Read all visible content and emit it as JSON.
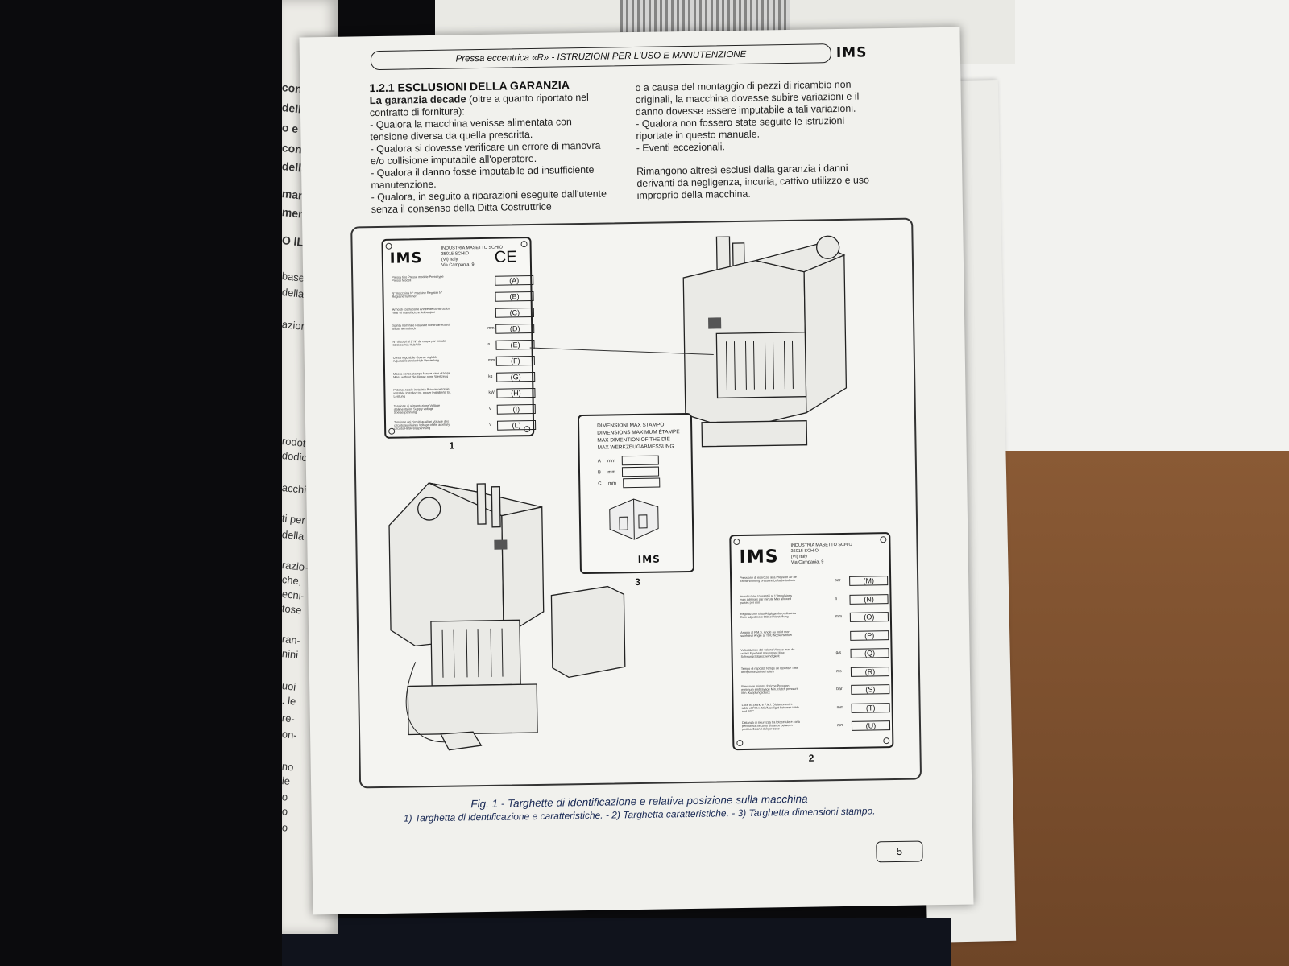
{
  "header": {
    "title": "Pressa eccentrica «R» - ISTRUZIONI PER L'USO E MANUTENZIONE",
    "logo": "IMS"
  },
  "section": {
    "number_title": "1.2.1   ESCLUSIONI DELLA GARANZIA",
    "lead_bold": "La garanzia decade",
    "lead_rest": " (oltre a quanto riportato nel contratto di fornitura):",
    "col1_items": [
      "- Qualora la macchina venisse alimentata con tensione diversa da quella prescritta.",
      "- Qualora si dovesse verificare un errore di manovra e/o collisione imputabile all'operatore.",
      "- Qualora il danno fosse imputabile ad insufficiente manutenzione.",
      "- Qualora, in seguito a riparazioni eseguite dall'utente senza il consenso della Ditta Costruttrice"
    ],
    "col2_items": [
      "o a causa del montaggio di pezzi di ricambio non originali, la macchina dovesse subire variazioni e il danno dovesse essere imputabile a tali variazioni.",
      "- Qualora non fossero state seguite le istruzioni riportate in questo manuale.",
      "- Eventi eccezionali."
    ],
    "col2_closing": "Rimangono altresì esclusi dalla garanzia i danni derivanti da negligenza, incuria, cattivo utilizzo e uso improprio della macchina."
  },
  "plate1": {
    "logo": "IMS",
    "company": [
      "INDUSTRIA MASETTO SCHIO",
      "35015 SCHIO",
      "(VI) Italy",
      "Via Campania, 9"
    ],
    "ce": "CE",
    "number": "1",
    "rows": [
      {
        "code": "(A)",
        "unit": "",
        "label": "Pressa tipo Presse modèle Press type Presse Modell"
      },
      {
        "code": "(B)",
        "unit": "",
        "label": "N° macchina N° machine Register N° Registriernummer"
      },
      {
        "code": "(C)",
        "unit": "",
        "label": "Anno di costruzione Année de construction Year of manufacture Aufbaujahr"
      },
      {
        "code": "(D)",
        "unit": "mm",
        "label": "Spinta nominale Poussée nominale Rated thrust Nenndruck"
      },
      {
        "code": "(E)",
        "unit": "n",
        "label": "N° di colpi al 1' N° de coups par minute Strokes/min Hub/Min"
      },
      {
        "code": "(F)",
        "unit": "mm",
        "label": "Corsa regolabile Course réglable Adjustable stroke Hub-Verstellung"
      },
      {
        "code": "(G)",
        "unit": "kg",
        "label": "Massa senza stampo Masse sans étampe Mass without die Masse ohne Werkzeug"
      },
      {
        "code": "(H)",
        "unit": "kW",
        "label": "Potenza totale installata Puissance totale installée Installed tot. power Installierte tot. Leistung"
      },
      {
        "code": "(I)",
        "unit": "V",
        "label": "Tensione di alimentazione Voltage d'alimentation Supply voltage Speisespannung"
      },
      {
        "code": "(L)",
        "unit": "V",
        "label": "Tensione dei circuiti ausiliari Voltage des circuits auxiliaires Voltage of the auxiliary circuits Hilfskreisspannung"
      }
    ]
  },
  "plate2": {
    "logo": "IMS",
    "company": [
      "INDUSTRIA MASETTO SCHIO",
      "35015 SCHIO",
      "(VI) Italy",
      "Via Campania, 9"
    ],
    "number": "2",
    "rows": [
      {
        "code": "(M)",
        "unit": "bar",
        "label": "Pressione di esercizio aria Pression air de travail Working pressure Luftarbeitsdruck"
      },
      {
        "code": "(N)",
        "unit": "n",
        "label": "Impulsi max consentiti al 1' Impulsions max admises par minute Max allowed pulses per min"
      },
      {
        "code": "(O)",
        "unit": "mm",
        "label": "Regolazione slitta Réglage du coulisseau Ram adjustment Stößel-Verstellung"
      },
      {
        "code": "(P)",
        "unit": "",
        "label": "Angolo al P.M.S. Angle au point mort supérieur Angle at TDC Nockenwinkel"
      },
      {
        "code": "(Q)",
        "unit": "g/s",
        "label": "Velocità max del volano Vitesse max du volant Flywheel max speed Max. Schwungradgeschwindigkeit"
      },
      {
        "code": "(R)",
        "unit": "ms",
        "label": "Tempo di risposta Temps de réponse Time of reponse Zeitverhalten"
      },
      {
        "code": "(S)",
        "unit": "bar",
        "label": "Pressione minima frizione Pression minimum embrayage Min. clutch pressure Min. Kupplungsdruck"
      },
      {
        "code": "(T)",
        "unit": "mm",
        "label": "Luce tra piano e F.M.I. Distance entre table et P.M.I. Min/Max light between table and BDC"
      },
      {
        "code": "(U)",
        "unit": "mm",
        "label": "Distanza di sicurezza tra fotocellule e zona pericolosa Security distance between photocells and danger zone"
      }
    ]
  },
  "plate3": {
    "title_lines": [
      "DIMENSIONI MAX STAMPO",
      "DIMENSIONS MAXIMUM ÉTAMPE",
      "MAX DIMENTION OF THE DIE",
      "MAX WERKZEUGABMESSUNG"
    ],
    "rows": [
      {
        "letter": "A",
        "unit": "mm"
      },
      {
        "letter": "B",
        "unit": "mm"
      },
      {
        "letter": "C",
        "unit": "mm"
      }
    ],
    "logo": "IMS",
    "number": "3"
  },
  "caption": {
    "line1": "Fig. 1 - Targhette di identificazione e relativa posizione sulla macchina",
    "line2": "1) Targhetta di identificazione e caratteristiche. - 2) Targhetta caratteristiche. - 3) Targhetta dimensioni stampo."
  },
  "page_number": "5",
  "left_page_fragments": [
    "conosci",
    "dello s",
    "o e ma",
    "consul",
    "della m",
    "marrito",
    "mente c",
    "O IL",
    "base per il",
    "della mac",
    "azione e",
    "rodotti",
    "dodici)",
    "acchi-",
    "ti per",
    "della",
    "razio-",
    "che,",
    "ecni-",
    "tose",
    "ran-",
    "nini",
    "uoi",
    ". le",
    "re-",
    "on-",
    "no",
    "ie",
    "o",
    "o",
    "o"
  ]
}
